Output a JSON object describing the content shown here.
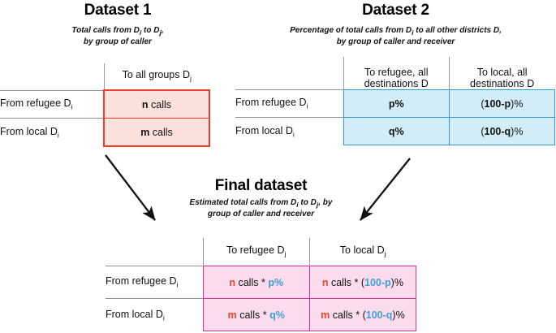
{
  "datasets": [
    {
      "id": "dataset-1",
      "title": "Dataset 1",
      "subtitle_line1": "Total calls from Di to Dj,",
      "subtitle_line2": "by group of caller",
      "column_headers": [
        "To all groups Dj"
      ],
      "row_labels": [
        "From refugee Di",
        "From local Di"
      ],
      "cells": [
        [
          "n calls"
        ],
        [
          "m calls"
        ]
      ],
      "accent_color": "#ec3d27",
      "fill_color": "#fbe1dc"
    },
    {
      "id": "dataset-2",
      "title": "Dataset 2",
      "subtitle_line1": "Percentage of total calls from Di to all other districts D,",
      "subtitle_line2": "by group of caller and receiver",
      "column_headers": [
        "To refugee, all destinations D",
        "To local, all destinations D"
      ],
      "row_labels": [
        "From refugee Di",
        "From local Di"
      ],
      "cells": [
        [
          "p%",
          "(100-p)%"
        ],
        [
          "q%",
          "(100-q)%"
        ]
      ],
      "accent_color": "#2e9ad0",
      "fill_color": "#d2ecf8"
    },
    {
      "id": "final-dataset",
      "title": "Final dataset",
      "subtitle_line1": "Estimated total calls from Di to Dj, by",
      "subtitle_line2": "group of caller and receiver",
      "column_headers": [
        "To refugee Dj",
        "To local Dj"
      ],
      "row_labels": [
        "From refugee Di",
        "From local Di"
      ],
      "cells": [
        [
          "n calls * p%",
          "n calls * (100-p)%"
        ],
        [
          "m calls * q%",
          "m calls * (100-q)%"
        ]
      ],
      "accent_color": "#d6318c",
      "fill_color": "#fbdcee"
    }
  ],
  "tokens": {
    "n": "n",
    "m": "m",
    "calls": "calls",
    "star": "*",
    "p_pct": "p%",
    "q_pct": "q%",
    "p_comp": "(100-p)%",
    "q_comp": "(100-q)%",
    "hundred_minus_p": "100-p",
    "hundred_minus_q": "100-q",
    "paren_open": "(",
    "paren_close": ")%"
  },
  "headers": {
    "ds1_col1_text": "To all groups D",
    "ds1_col1_sub": "j",
    "ds2_col1_l1": "To refugee, all",
    "ds2_col1_l2": "destinations D",
    "ds2_col2_l1": "To local, all",
    "ds2_col2_l2": "destinations D",
    "dsf_col1_text": "To refugee D",
    "dsf_col1_sub": "j",
    "dsf_col2_text": "To local D",
    "dsf_col2_sub": "j"
  },
  "row_label_parts": {
    "from_refugee": "From refugee D",
    "from_local": "From local D",
    "sub_i": "i"
  },
  "subtitle_parts": {
    "ds1_a": "Total calls from D",
    "ds1_sub1": "i",
    "ds1_b": " to D",
    "ds1_sub2": "j",
    "ds1_c": ",",
    "ds1_line2": "by group of caller",
    "ds2_a": "Percentage of total calls from D",
    "ds2_sub1": "i",
    "ds2_b": " to all other districts D,",
    "ds2_line2": "by group of caller and receiver",
    "dsf_a": "Estimated total calls from D",
    "dsf_sub1": "i",
    "dsf_b": " to D",
    "dsf_sub2": "j",
    "dsf_c": ", by",
    "dsf_line2": "group of caller and receiver"
  },
  "arrows": [
    {
      "name": "arrow-dataset1-to-final",
      "from": [
        130,
        191
      ],
      "to": [
        194,
        274
      ]
    },
    {
      "name": "arrow-dataset2-to-final",
      "from": [
        505,
        195
      ],
      "to": [
        440,
        274
      ]
    }
  ]
}
